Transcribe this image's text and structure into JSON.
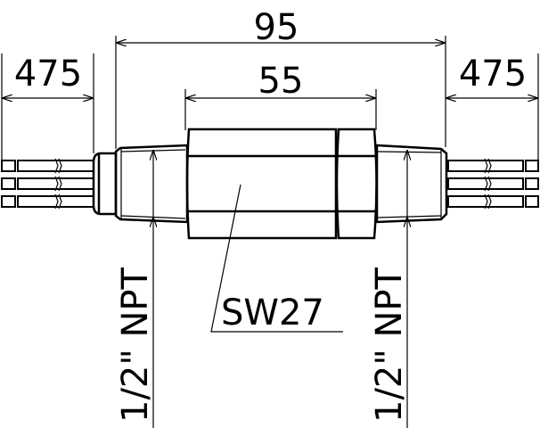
{
  "dimensions": {
    "overall_length": "95",
    "hex_length": "55",
    "cable_left": "475",
    "cable_right": "475"
  },
  "labels": {
    "thread_left": "1/2\" NPT",
    "thread_right": "1/2\" NPT",
    "wrench_size": "SW27"
  }
}
